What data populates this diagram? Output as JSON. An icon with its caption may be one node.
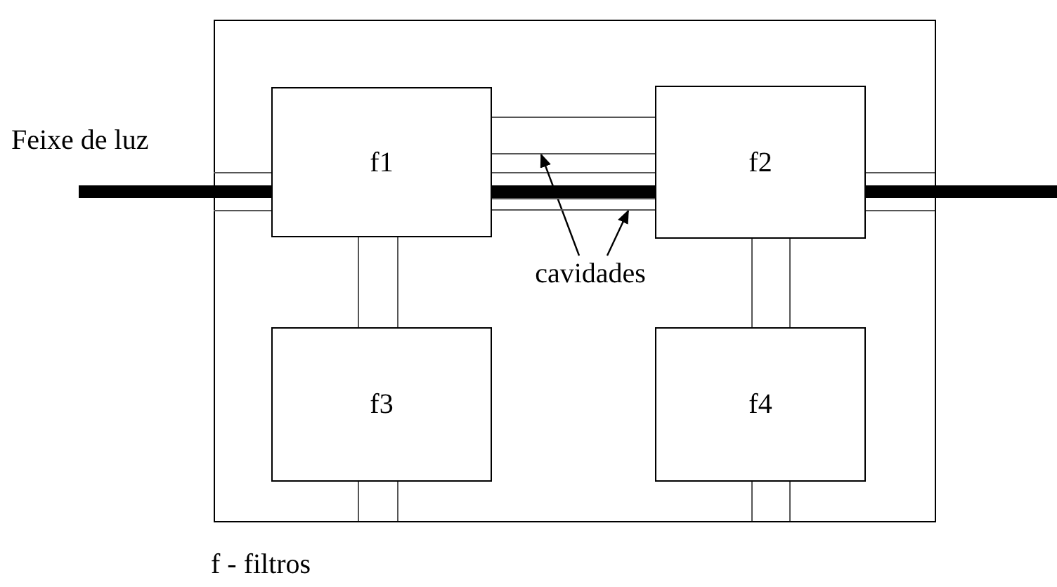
{
  "diagram": {
    "nodes": [
      {
        "text": [
          "f1"
        ]
      },
      {
        "text": [
          "f2"
        ]
      },
      {
        "text": [
          "f3"
        ]
      },
      {
        "text": [
          "f4"
        ]
      },
      {
        "text": [
          "cavidades"
        ]
      },
      {
        "text": [],
        "shape": "box"
      },
      {
        "text": [],
        "shape": "box"
      }
    ],
    "edges": [
      {
        "from": 4,
        "to": 5,
        "arrow": "to"
      },
      {
        "from": 4,
        "to": 6,
        "arrow": "to"
      }
    ],
    "labels": [
      "Feixe de luz",
      "f - filtros"
    ]
  }
}
